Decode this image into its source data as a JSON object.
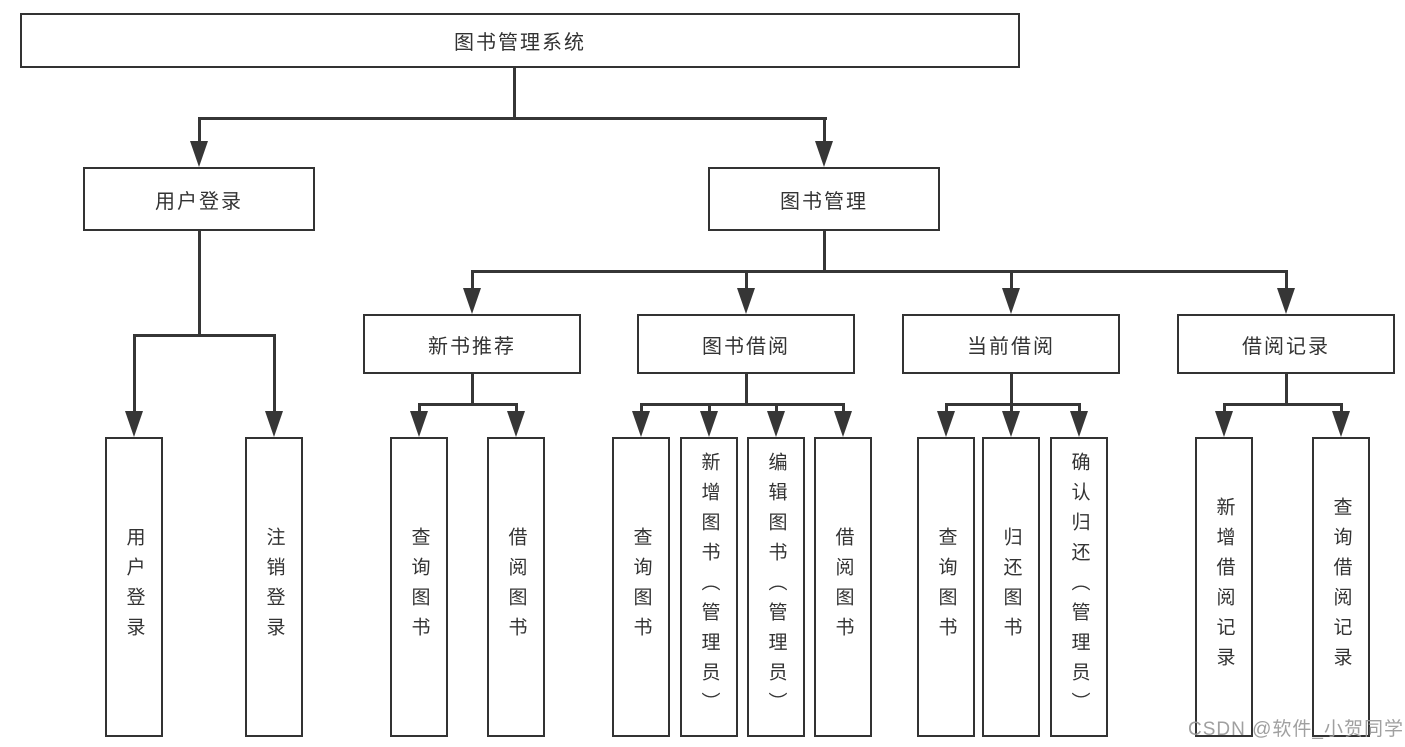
{
  "diagram_type": "hierarchy",
  "colors": {
    "line": "#363636",
    "border": "#333333",
    "text": "#333333",
    "background": "#ffffff",
    "watermark": "#9b9b9b"
  },
  "root": {
    "label": "图书管理系统",
    "children": [
      {
        "label": "用户登录",
        "children": [
          {
            "label": "用户登录"
          },
          {
            "label": "注销登录"
          }
        ]
      },
      {
        "label": "图书管理",
        "children": [
          {
            "label": "新书推荐",
            "children": [
              {
                "label": "查询图书"
              },
              {
                "label": "借阅图书"
              }
            ]
          },
          {
            "label": "图书借阅",
            "children": [
              {
                "label": "查询图书"
              },
              {
                "label": "新增图书（管理员）"
              },
              {
                "label": "编辑图书（管理员）"
              },
              {
                "label": "借阅图书"
              }
            ]
          },
          {
            "label": "当前借阅",
            "children": [
              {
                "label": "查询图书"
              },
              {
                "label": "归还图书"
              },
              {
                "label": "确认归还（管理员）"
              }
            ]
          },
          {
            "label": "借阅记录",
            "children": [
              {
                "label": "新增借阅记录"
              },
              {
                "label": "查询借阅记录"
              }
            ]
          }
        ]
      }
    ]
  },
  "watermark": {
    "text": "CSDN @软件_小贺同学"
  }
}
